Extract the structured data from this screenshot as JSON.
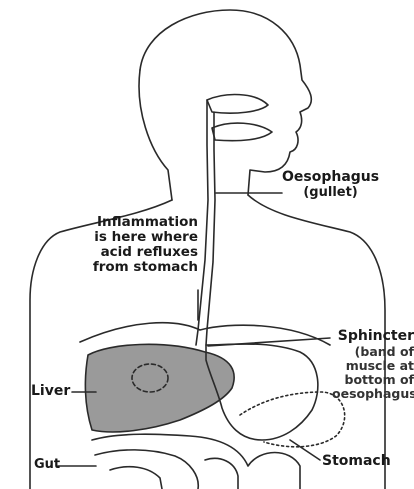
{
  "labels": {
    "oesophagus": "Oesophagus",
    "oesophagus_sub": "(gullet)",
    "inflammation": [
      "Inflammation",
      "is here where",
      "acid refluxes",
      "from stomach"
    ],
    "sphincter": "Sphincter",
    "sphincter_sub": [
      "(band of",
      "muscle at",
      "bottom of",
      "oesophagus)"
    ],
    "liver": "Liver",
    "gut": "Gut",
    "stomach": "Stomach"
  },
  "colors": {
    "outline": "#2a2a2a",
    "liver_fill": "#9a9a9a",
    "background": "#ffffff"
  }
}
